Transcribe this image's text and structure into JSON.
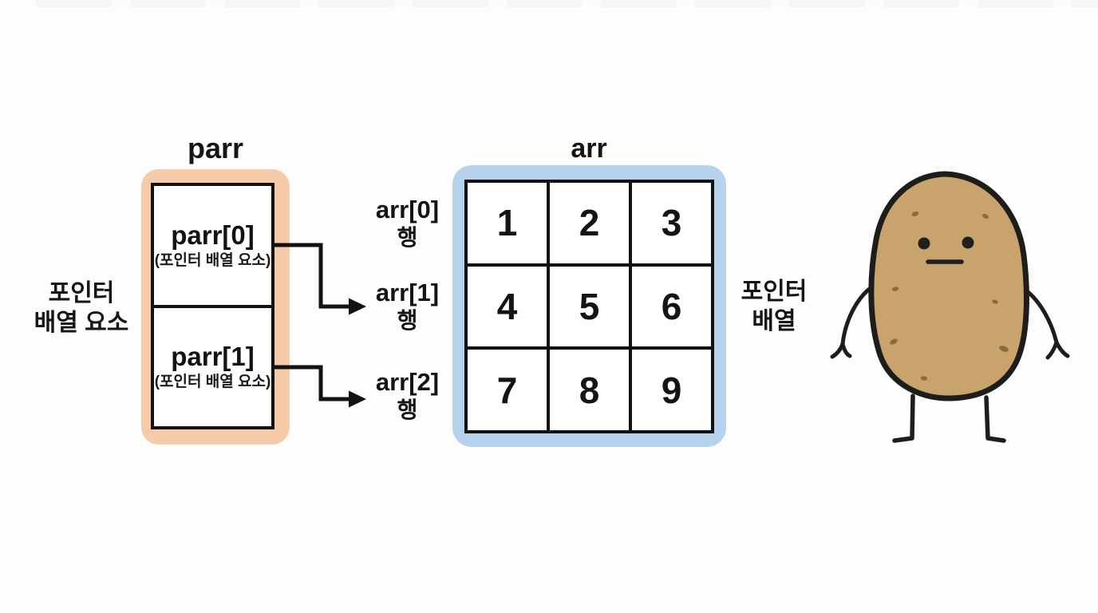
{
  "colors": {
    "background": "#fdfdfd",
    "parr_box": "#f5cba9",
    "arr_box": "#b7d2ec",
    "line": "#121212",
    "potato_body": "#c9a36c",
    "potato_spot": "#8a6a3e"
  },
  "parr": {
    "title": "parr",
    "side_label_line1": "포인터",
    "side_label_line2": "배열 요소",
    "cells": [
      {
        "name": "parr[0]",
        "caption": "(포인터 배열 요소)"
      },
      {
        "name": "parr[1]",
        "caption": "(포인터 배열 요소)"
      }
    ]
  },
  "arr": {
    "title": "arr",
    "side_label_line1": "포인터",
    "side_label_line2": "배열",
    "row_labels": [
      {
        "line1": "arr[0]",
        "line2": "행"
      },
      {
        "line1": "arr[1]",
        "line2": "행"
      },
      {
        "line1": "arr[2]",
        "line2": "행"
      }
    ],
    "values": [
      [
        "1",
        "2",
        "3"
      ],
      [
        "4",
        "5",
        "6"
      ],
      [
        "7",
        "8",
        "9"
      ]
    ]
  },
  "illustration": {
    "name": "potato-character"
  }
}
